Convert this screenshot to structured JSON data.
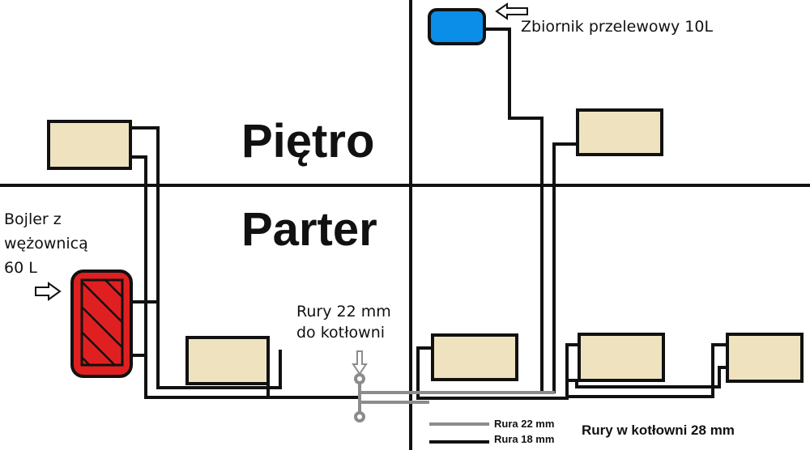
{
  "floors": {
    "upper": "Piętro",
    "ground": "Parter"
  },
  "boiler": {
    "line1": "Bojler z",
    "line2": "wężownicą",
    "line3": "60 L"
  },
  "tank": {
    "label": "Zbiornik przelewowy 10L"
  },
  "connection": {
    "line1": "Rury 22 mm",
    "line2": "do kotłowni"
  },
  "legend": {
    "grey_label": "Rura 22 mm",
    "black_label": "Rura 18 mm",
    "boiler_room": "Rury w kotłowni 28 mm"
  },
  "colors": {
    "radiator_fill": "#efe3bf",
    "boiler_fill": "#e02020",
    "tank_fill": "#0a8ee8",
    "pipe_18": "#111111",
    "pipe_22": "#8c8c8c"
  }
}
